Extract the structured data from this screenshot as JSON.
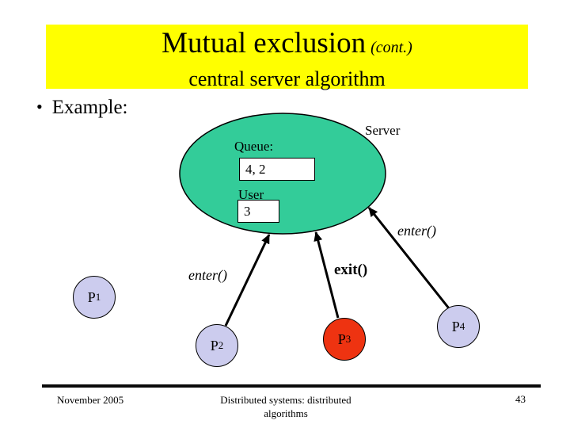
{
  "slide": {
    "title": {
      "main": "Mutual exclusion",
      "cont": "(cont.)",
      "subtitle": "central server algorithm"
    },
    "bullet_glyph": "•",
    "bullet": "Example:"
  },
  "diagram": {
    "server_label": "Server",
    "queue_label": "Queue:",
    "queue_value": "4, 2",
    "user_label": "User",
    "user_value": "3",
    "messages": {
      "enter_left": "enter()",
      "exit": "exit()",
      "enter_right": "enter()"
    },
    "processes": [
      {
        "name": "P",
        "sub": "1"
      },
      {
        "name": "P",
        "sub": "2"
      },
      {
        "name": "P",
        "sub": "3"
      },
      {
        "name": "P",
        "sub": "4"
      }
    ],
    "colors": {
      "title_bg": "#ffff00",
      "server_fill": "#33cc99",
      "process_fill": "#ccccee",
      "active_process_fill": "#ee3311"
    }
  },
  "footer": {
    "date": "November 2005",
    "center_line1": "Distributed systems: distributed",
    "center_line2": "algorithms",
    "page_number": "43"
  }
}
